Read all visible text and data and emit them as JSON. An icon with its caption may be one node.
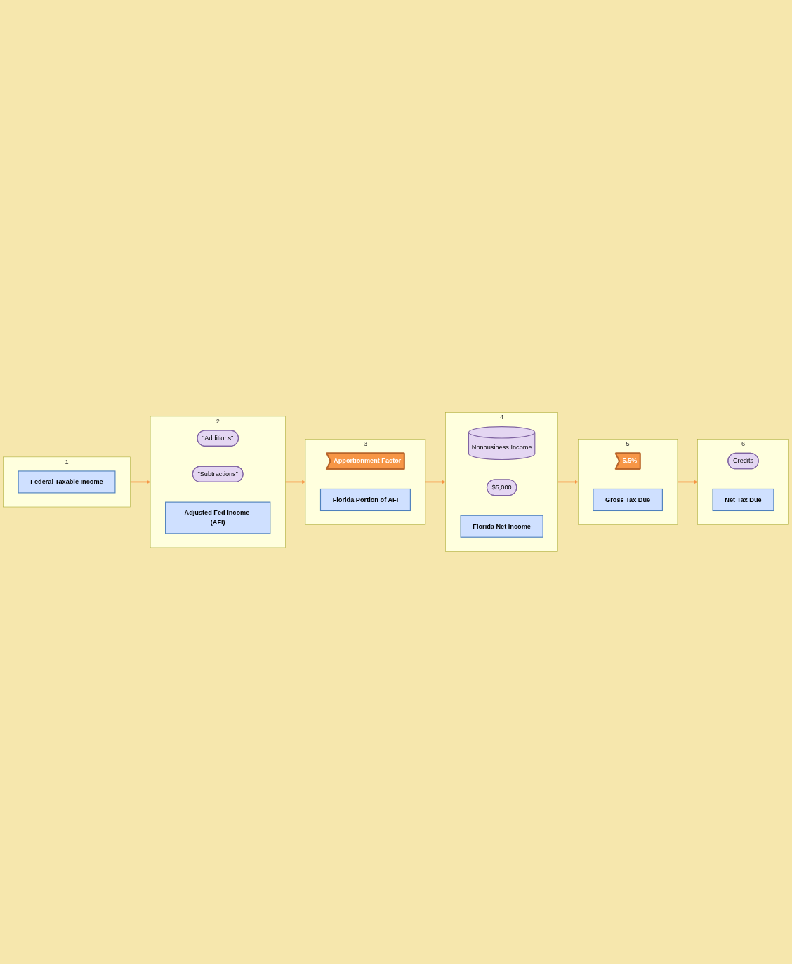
{
  "diagram": {
    "nodes": [
      {
        "text": [
          "1"
        ]
      },
      {
        "text": [
          "Federal Taxable Income"
        ],
        "in": 0
      },
      {
        "text": [
          "2"
        ]
      },
      {
        "text": [
          "\"Additions\""
        ],
        "in": 2
      },
      {
        "text": [
          "\"Subtractions\""
        ],
        "in": 2
      },
      {
        "text": [
          "Adjusted Fed Income (AFI)"
        ],
        "in": 2
      },
      {
        "text": [
          "3"
        ]
      },
      {
        "text": [
          "Apportionment Factor"
        ],
        "in": 6
      },
      {
        "text": [
          "Florida Portion of AFI"
        ],
        "in": 6
      },
      {
        "text": [
          "4"
        ]
      },
      {
        "text": [
          "Nonbusiness Income"
        ],
        "in": 9
      },
      {
        "text": [
          "$5,000"
        ],
        "in": 9
      },
      {
        "text": [
          "Florida Net Income"
        ],
        "in": 9
      },
      {
        "text": [
          "5"
        ]
      },
      {
        "text": [
          "5.5%"
        ],
        "in": 13
      },
      {
        "text": [
          "Gross Tax Due"
        ],
        "in": 13
      },
      {
        "text": [
          "6"
        ]
      },
      {
        "text": [
          "Credits"
        ],
        "in": 16
      },
      {
        "text": [
          "Net Tax Due"
        ],
        "in": 16
      }
    ],
    "edges": [
      {
        "from": 0,
        "to": 2,
        "arrow": "to"
      },
      {
        "from": 2,
        "to": 6,
        "arrow": "to"
      },
      {
        "from": 6,
        "to": 9,
        "arrow": "to"
      },
      {
        "from": 9,
        "to": 13,
        "arrow": "to"
      },
      {
        "from": 13,
        "to": 16,
        "arrow": "to"
      }
    ]
  }
}
